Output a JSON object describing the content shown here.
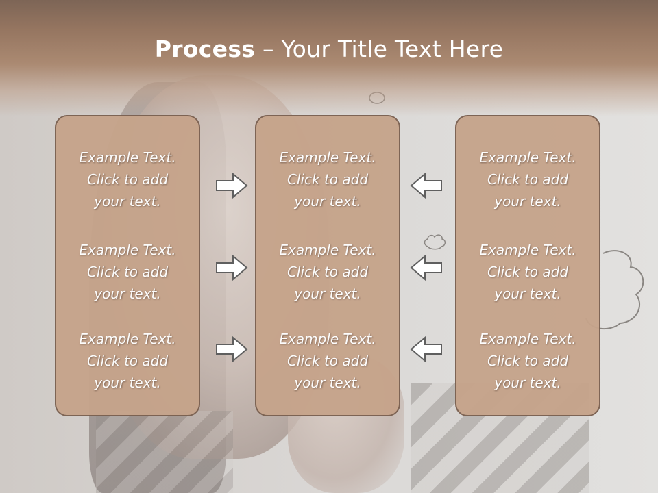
{
  "slide": {
    "title_bold": "Process",
    "title_rest": " – Your Title Text Here"
  },
  "columns": [
    {
      "items": [
        {
          "line1": "Example Text.",
          "line2": "Click  to add",
          "line3": "your text."
        },
        {
          "line1": "Example Text.",
          "line2": "Click  to add",
          "line3": "your text."
        },
        {
          "line1": "Example Text.",
          "line2": "Click  to add",
          "line3": "your text."
        }
      ]
    },
    {
      "items": [
        {
          "line1": "Example Text.",
          "line2": "Click  to add",
          "line3": "your text."
        },
        {
          "line1": "Example Text.",
          "line2": "Click  to add",
          "line3": "your text."
        },
        {
          "line1": "Example Text.",
          "line2": "Click  to add",
          "line3": "your text."
        }
      ]
    },
    {
      "items": [
        {
          "line1": "Example Text.",
          "line2": "Click  to add",
          "line3": "your text."
        },
        {
          "line1": "Example Text.",
          "line2": "Click  to add",
          "line3": "your text."
        },
        {
          "line1": "Example Text.",
          "line2": "Click  to add",
          "line3": "your text."
        }
      ]
    }
  ],
  "arrows": {
    "left_group": "right-arrow-icon",
    "right_group": "left-arrow-icon"
  },
  "colors": {
    "header": "#a07f68",
    "panel_fill": "#c6a48b",
    "panel_border": "#7a6050",
    "text": "#ffffff"
  }
}
